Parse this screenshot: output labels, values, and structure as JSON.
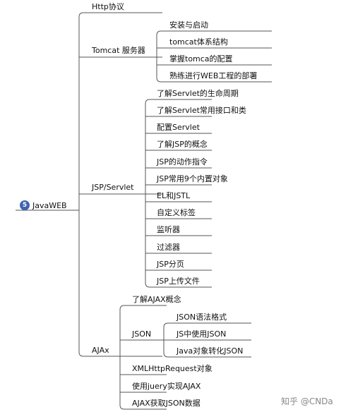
{
  "root": {
    "badge": "5",
    "label": "JavaWEB"
  },
  "branches": {
    "http": {
      "label": "Http协议"
    },
    "tomcat": {
      "label": "Tomcat 服务器",
      "items": [
        "安装与启动",
        "tomcat体系结构",
        "掌握tomca的配置",
        "熟练进行WEB工程的部署"
      ]
    },
    "jsp": {
      "label": "JSP/Servlet",
      "items": [
        "了解Servlet的生命周期",
        "了解Servlet常用接口和类",
        "配置Servlet",
        "了解JSP的概念",
        "JSP的动作指令",
        "JSP常用9个内置对象",
        "EL和JSTL",
        "自定义标签",
        "监听器",
        "过滤器",
        "JSP分页",
        "JSP上传文件"
      ]
    },
    "ajax": {
      "label": "AJAx",
      "items": [
        "了解AJAX概念",
        "JSON",
        "XMLHttpRequest对象",
        "使用juery实现AJAX",
        "AJAX获取JSON数据"
      ],
      "json_items": [
        "JSON语法格式",
        "JS中使用JSON",
        "Java对象转化JSON"
      ]
    }
  },
  "watermark": "知乎 @CNDa"
}
